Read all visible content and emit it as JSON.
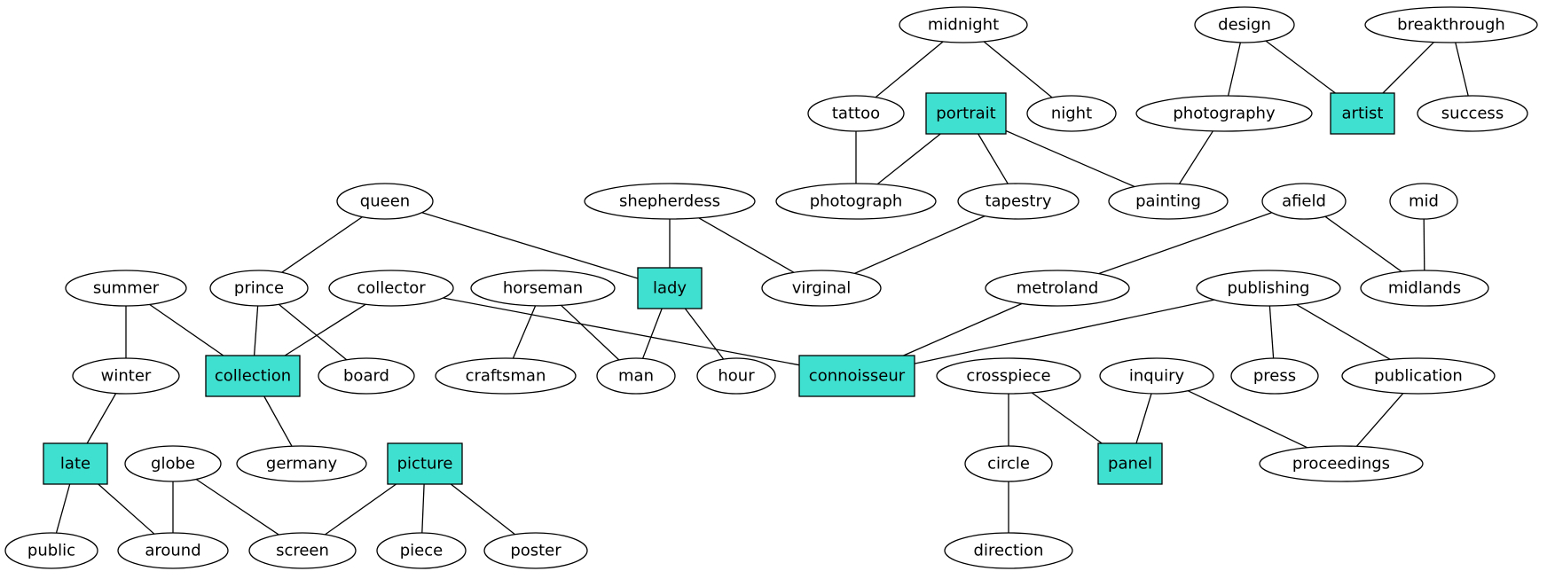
{
  "style": {
    "highlight_fill": "#40e0d0",
    "node_fill": "#ffffff",
    "line_color": "#000000"
  },
  "nodes": [
    {
      "id": "midnight",
      "label": "midnight",
      "shape": "ellipse"
    },
    {
      "id": "design",
      "label": "design",
      "shape": "ellipse"
    },
    {
      "id": "breakthrough",
      "label": "breakthrough",
      "shape": "ellipse"
    },
    {
      "id": "tattoo",
      "label": "tattoo",
      "shape": "ellipse"
    },
    {
      "id": "portrait",
      "label": "portrait",
      "shape": "box"
    },
    {
      "id": "night",
      "label": "night",
      "shape": "ellipse"
    },
    {
      "id": "photography",
      "label": "photography",
      "shape": "ellipse"
    },
    {
      "id": "artist",
      "label": "artist",
      "shape": "box"
    },
    {
      "id": "success",
      "label": "success",
      "shape": "ellipse"
    },
    {
      "id": "queen",
      "label": "queen",
      "shape": "ellipse"
    },
    {
      "id": "shepherdess",
      "label": "shepherdess",
      "shape": "ellipse"
    },
    {
      "id": "photograph",
      "label": "photograph",
      "shape": "ellipse"
    },
    {
      "id": "tapestry",
      "label": "tapestry",
      "shape": "ellipse"
    },
    {
      "id": "painting",
      "label": "painting",
      "shape": "ellipse"
    },
    {
      "id": "afield",
      "label": "afield",
      "shape": "ellipse"
    },
    {
      "id": "mid",
      "label": "mid",
      "shape": "ellipse"
    },
    {
      "id": "summer",
      "label": "summer",
      "shape": "ellipse"
    },
    {
      "id": "prince",
      "label": "prince",
      "shape": "ellipse"
    },
    {
      "id": "collector",
      "label": "collector",
      "shape": "ellipse"
    },
    {
      "id": "horseman",
      "label": "horseman",
      "shape": "ellipse"
    },
    {
      "id": "lady",
      "label": "lady",
      "shape": "box"
    },
    {
      "id": "virginal",
      "label": "virginal",
      "shape": "ellipse"
    },
    {
      "id": "metroland",
      "label": "metroland",
      "shape": "ellipse"
    },
    {
      "id": "publishing",
      "label": "publishing",
      "shape": "ellipse"
    },
    {
      "id": "midlands",
      "label": "midlands",
      "shape": "ellipse"
    },
    {
      "id": "winter",
      "label": "winter",
      "shape": "ellipse"
    },
    {
      "id": "collection",
      "label": "collection",
      "shape": "box"
    },
    {
      "id": "board",
      "label": "board",
      "shape": "ellipse"
    },
    {
      "id": "craftsman",
      "label": "craftsman",
      "shape": "ellipse"
    },
    {
      "id": "man",
      "label": "man",
      "shape": "ellipse"
    },
    {
      "id": "hour",
      "label": "hour",
      "shape": "ellipse"
    },
    {
      "id": "connoisseur",
      "label": "connoisseur",
      "shape": "box"
    },
    {
      "id": "crosspiece",
      "label": "crosspiece",
      "shape": "ellipse"
    },
    {
      "id": "inquiry",
      "label": "inquiry",
      "shape": "ellipse"
    },
    {
      "id": "press",
      "label": "press",
      "shape": "ellipse"
    },
    {
      "id": "publication",
      "label": "publication",
      "shape": "ellipse"
    },
    {
      "id": "late",
      "label": "late",
      "shape": "box"
    },
    {
      "id": "globe",
      "label": "globe",
      "shape": "ellipse"
    },
    {
      "id": "germany",
      "label": "germany",
      "shape": "ellipse"
    },
    {
      "id": "picture",
      "label": "picture",
      "shape": "box"
    },
    {
      "id": "circle",
      "label": "circle",
      "shape": "ellipse"
    },
    {
      "id": "panel",
      "label": "panel",
      "shape": "box"
    },
    {
      "id": "proceedings",
      "label": "proceedings",
      "shape": "ellipse"
    },
    {
      "id": "public",
      "label": "public",
      "shape": "ellipse"
    },
    {
      "id": "around",
      "label": "around",
      "shape": "ellipse"
    },
    {
      "id": "screen",
      "label": "screen",
      "shape": "ellipse"
    },
    {
      "id": "piece",
      "label": "piece",
      "shape": "ellipse"
    },
    {
      "id": "poster",
      "label": "poster",
      "shape": "ellipse"
    },
    {
      "id": "direction",
      "label": "direction",
      "shape": "ellipse"
    }
  ],
  "edges": [
    [
      "midnight",
      "tattoo"
    ],
    [
      "midnight",
      "night"
    ],
    [
      "design",
      "photography"
    ],
    [
      "design",
      "artist"
    ],
    [
      "breakthrough",
      "artist"
    ],
    [
      "breakthrough",
      "success"
    ],
    [
      "tattoo",
      "photograph"
    ],
    [
      "portrait",
      "photograph"
    ],
    [
      "portrait",
      "tapestry"
    ],
    [
      "portrait",
      "painting"
    ],
    [
      "photography",
      "painting"
    ],
    [
      "queen",
      "prince"
    ],
    [
      "queen",
      "lady"
    ],
    [
      "shepherdess",
      "lady"
    ],
    [
      "shepherdess",
      "virginal"
    ],
    [
      "tapestry",
      "virginal"
    ],
    [
      "afield",
      "metroland"
    ],
    [
      "afield",
      "midlands"
    ],
    [
      "mid",
      "midlands"
    ],
    [
      "summer",
      "winter"
    ],
    [
      "summer",
      "collection"
    ],
    [
      "prince",
      "collection"
    ],
    [
      "prince",
      "board"
    ],
    [
      "collector",
      "collection"
    ],
    [
      "collector",
      "connoisseur"
    ],
    [
      "horseman",
      "craftsman"
    ],
    [
      "horseman",
      "man"
    ],
    [
      "lady",
      "man"
    ],
    [
      "lady",
      "hour"
    ],
    [
      "metroland",
      "connoisseur"
    ],
    [
      "publishing",
      "connoisseur"
    ],
    [
      "publishing",
      "press"
    ],
    [
      "publishing",
      "publication"
    ],
    [
      "winter",
      "late"
    ],
    [
      "collection",
      "germany"
    ],
    [
      "crosspiece",
      "circle"
    ],
    [
      "crosspiece",
      "panel"
    ],
    [
      "inquiry",
      "panel"
    ],
    [
      "inquiry",
      "proceedings"
    ],
    [
      "publication",
      "proceedings"
    ],
    [
      "late",
      "public"
    ],
    [
      "late",
      "around"
    ],
    [
      "globe",
      "around"
    ],
    [
      "globe",
      "screen"
    ],
    [
      "picture",
      "screen"
    ],
    [
      "picture",
      "piece"
    ],
    [
      "picture",
      "poster"
    ],
    [
      "circle",
      "direction"
    ]
  ]
}
